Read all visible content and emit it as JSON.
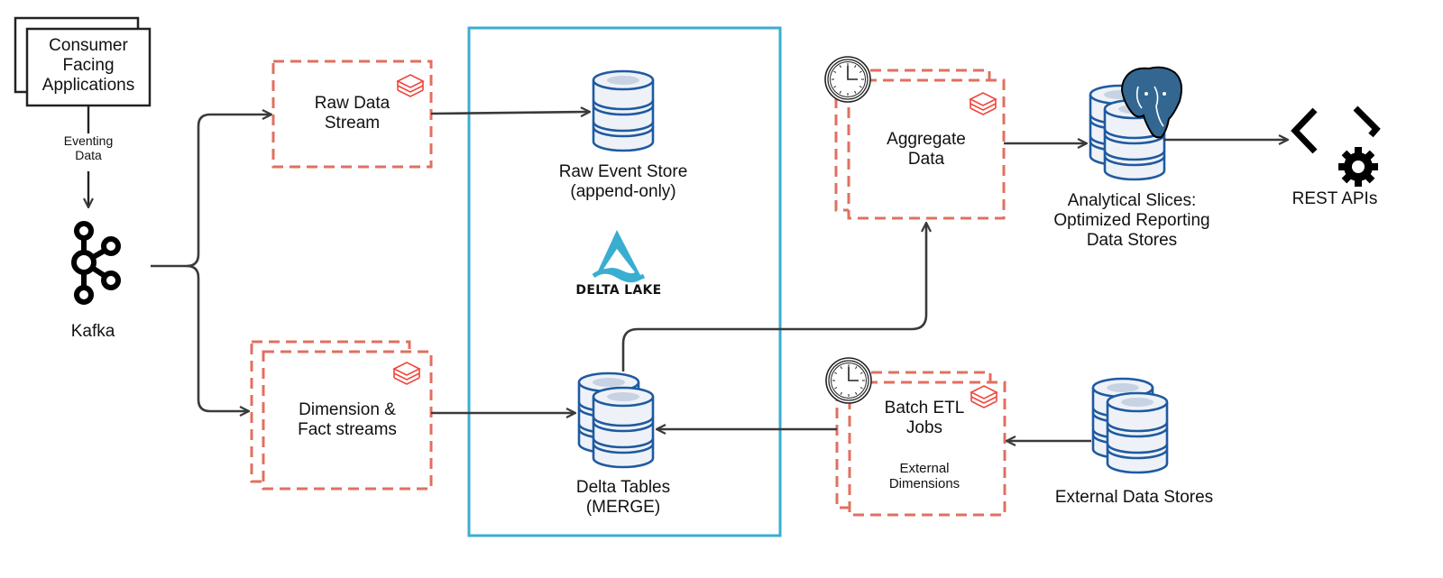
{
  "colors": {
    "arrow": "#3a3a3a",
    "job_border": "#e07060",
    "databricks_icon": "#f0463c",
    "delta_lake_box": "#3aaed0",
    "db_fill": "#eef2f8",
    "db_stroke": "#1f5aa0",
    "postgres": "#336791"
  },
  "nodes": {
    "consumer_apps": {
      "lines": [
        "Consumer",
        "Facing",
        "Applications"
      ]
    },
    "eventing_data": {
      "lines": [
        "Eventing",
        "Data"
      ]
    },
    "kafka": {
      "label": "Kafka",
      "icon": "kafka-icon"
    },
    "raw_data_stream": {
      "lines": [
        "Raw Data",
        "Stream"
      ],
      "icon": "databricks-icon"
    },
    "dimension_fact": {
      "lines": [
        "Dimension &",
        "Fact streams"
      ],
      "icon": "databricks-icon"
    },
    "raw_event_store": {
      "lines": [
        "Raw Event Store",
        "(append-only)"
      ],
      "icon": "database-icon"
    },
    "delta_lake": {
      "label": "DELTA LAKE",
      "icon": "delta-lake-logo-icon"
    },
    "delta_tables": {
      "lines": [
        "Delta Tables",
        "(MERGE)"
      ],
      "icon": "database-stack-icon"
    },
    "aggregate_data": {
      "lines": [
        "Aggregate",
        "Data"
      ],
      "icon": "databricks-icon",
      "schedule_icon": "clock-icon"
    },
    "analytical_slices": {
      "lines": [
        "Analytical Slices:",
        "Optimized Reporting",
        "Data Stores"
      ],
      "icon": "postgres-icon"
    },
    "rest_apis": {
      "label": "REST APIs",
      "icon": "code-gear-icon"
    },
    "batch_etl": {
      "lines": [
        "Batch ETL",
        "Jobs"
      ],
      "sub_lines": [
        "External",
        "Dimensions"
      ],
      "icon": "databricks-icon",
      "schedule_icon": "clock-icon"
    },
    "external_stores": {
      "label": "External Data Stores",
      "icon": "database-stack-icon"
    }
  },
  "edges": [
    {
      "from": "consumer_apps",
      "to": "kafka",
      "label": "Eventing Data"
    },
    {
      "from": "kafka",
      "to": "raw_data_stream"
    },
    {
      "from": "kafka",
      "to": "dimension_fact"
    },
    {
      "from": "raw_data_stream",
      "to": "raw_event_store"
    },
    {
      "from": "dimension_fact",
      "to": "delta_tables"
    },
    {
      "from": "delta_tables",
      "to": "aggregate_data"
    },
    {
      "from": "aggregate_data",
      "to": "analytical_slices"
    },
    {
      "from": "analytical_slices",
      "to": "rest_apis"
    },
    {
      "from": "batch_etl",
      "to": "delta_tables"
    },
    {
      "from": "external_stores",
      "to": "batch_etl"
    }
  ]
}
